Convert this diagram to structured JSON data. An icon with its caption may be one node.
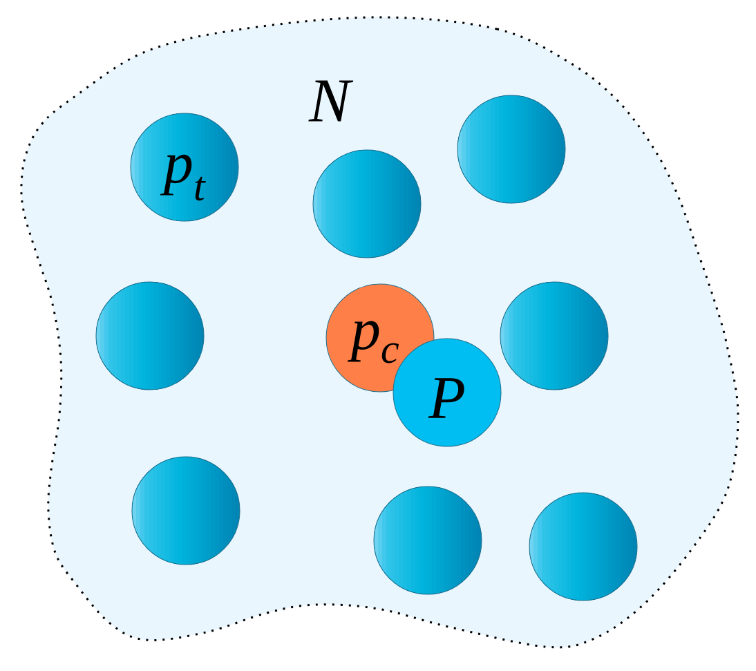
{
  "diagram": {
    "nodes": [
      {
        "text": [
          "N"
        ]
      },
      {
        "text": [
          "p$_{t}$"
        ],
        "in": 0
      },
      {
        "text": [],
        "shape": "circle",
        "in": 0
      },
      {
        "text": [],
        "shape": "circle",
        "in": 0
      },
      {
        "text": [],
        "shape": "circle",
        "in": 0
      },
      {
        "text": [
          "p$_{c}$"
        ],
        "in": 0
      },
      {
        "text": [
          "P"
        ],
        "in": 0
      },
      {
        "text": [],
        "shape": "circle",
        "in": 0
      },
      {
        "text": [],
        "shape": "circle",
        "in": 0
      },
      {
        "text": [],
        "shape": "circle",
        "in": 0
      },
      {
        "text": [],
        "shape": "circle",
        "in": 0
      }
    ]
  }
}
